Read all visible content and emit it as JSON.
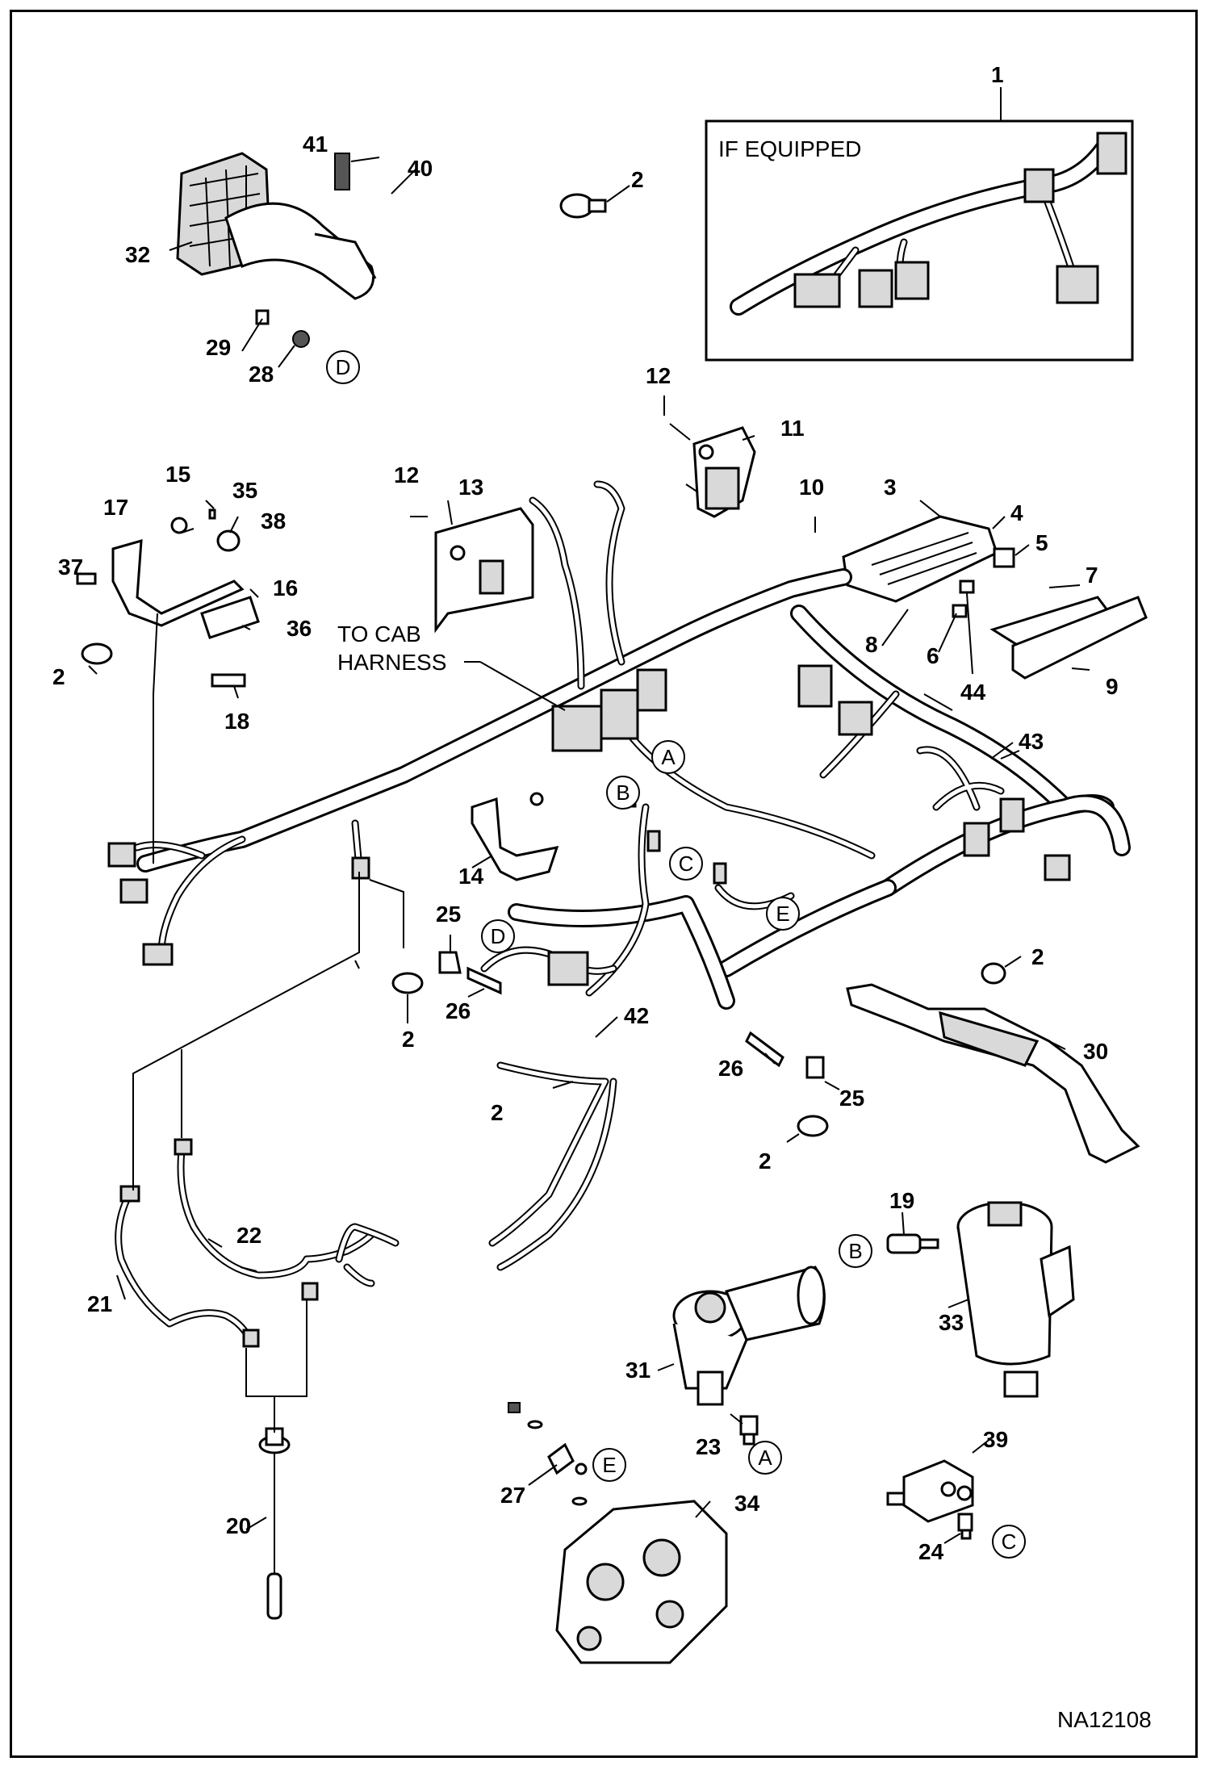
{
  "diagram": {
    "inset_label": "IF EQUIPPED",
    "cab_label_line1": "TO CAB",
    "cab_label_line2": "HARNESS",
    "drawing_number": "NA12108",
    "callouts": [
      {
        "id": "c1",
        "text": "1"
      },
      {
        "id": "c2a",
        "text": "2"
      },
      {
        "id": "c2b",
        "text": "2"
      },
      {
        "id": "c2c",
        "text": "2"
      },
      {
        "id": "c2d",
        "text": "2"
      },
      {
        "id": "c2e",
        "text": "2"
      },
      {
        "id": "c2f",
        "text": "2"
      },
      {
        "id": "c2g",
        "text": "2"
      },
      {
        "id": "c3",
        "text": "3"
      },
      {
        "id": "c4",
        "text": "4"
      },
      {
        "id": "c5",
        "text": "5"
      },
      {
        "id": "c6",
        "text": "6"
      },
      {
        "id": "c7",
        "text": "7"
      },
      {
        "id": "c8",
        "text": "8"
      },
      {
        "id": "c9",
        "text": "9"
      },
      {
        "id": "c10",
        "text": "10"
      },
      {
        "id": "c11",
        "text": "11"
      },
      {
        "id": "c12a",
        "text": "12"
      },
      {
        "id": "c12b",
        "text": "12"
      },
      {
        "id": "c13",
        "text": "13"
      },
      {
        "id": "c14",
        "text": "14"
      },
      {
        "id": "c15",
        "text": "15"
      },
      {
        "id": "c16",
        "text": "16"
      },
      {
        "id": "c17",
        "text": "17"
      },
      {
        "id": "c18",
        "text": "18"
      },
      {
        "id": "c19",
        "text": "19"
      },
      {
        "id": "c20",
        "text": "20"
      },
      {
        "id": "c21",
        "text": "21"
      },
      {
        "id": "c22",
        "text": "22"
      },
      {
        "id": "c23",
        "text": "23"
      },
      {
        "id": "c24",
        "text": "24"
      },
      {
        "id": "c25a",
        "text": "25"
      },
      {
        "id": "c25b",
        "text": "25"
      },
      {
        "id": "c26a",
        "text": "26"
      },
      {
        "id": "c26b",
        "text": "26"
      },
      {
        "id": "c27",
        "text": "27"
      },
      {
        "id": "c28",
        "text": "28"
      },
      {
        "id": "c29",
        "text": "29"
      },
      {
        "id": "c30",
        "text": "30"
      },
      {
        "id": "c31",
        "text": "31"
      },
      {
        "id": "c32",
        "text": "32"
      },
      {
        "id": "c33",
        "text": "33"
      },
      {
        "id": "c34",
        "text": "34"
      },
      {
        "id": "c35",
        "text": "35"
      },
      {
        "id": "c36",
        "text": "36"
      },
      {
        "id": "c37",
        "text": "37"
      },
      {
        "id": "c38",
        "text": "38"
      },
      {
        "id": "c39",
        "text": "39"
      },
      {
        "id": "c40",
        "text": "40"
      },
      {
        "id": "c41",
        "text": "41"
      },
      {
        "id": "c42",
        "text": "42"
      },
      {
        "id": "c43",
        "text": "43"
      },
      {
        "id": "c44",
        "text": "44"
      }
    ],
    "connector_refs": [
      {
        "id": "rA1",
        "text": "A"
      },
      {
        "id": "rA2",
        "text": "A"
      },
      {
        "id": "rB1",
        "text": "B"
      },
      {
        "id": "rB2",
        "text": "B"
      },
      {
        "id": "rC1",
        "text": "C"
      },
      {
        "id": "rC2",
        "text": "C"
      },
      {
        "id": "rD1",
        "text": "D"
      },
      {
        "id": "rD2",
        "text": "D"
      },
      {
        "id": "rE1",
        "text": "E"
      },
      {
        "id": "rE2",
        "text": "E"
      }
    ]
  }
}
